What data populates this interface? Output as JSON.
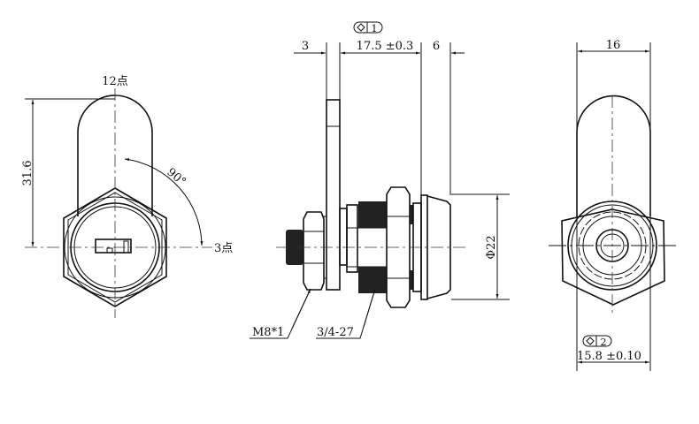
{
  "front_view": {
    "label_12": "12点",
    "label_3": "3点",
    "angle": "90°",
    "height_dim": "31.6"
  },
  "side_view": {
    "dim_plate": "3",
    "dim_body": "17.5 ±0.3",
    "dim_head": "6",
    "dim_diameter": "Φ22",
    "callout_1": "1",
    "thread_small": "M8*1",
    "thread_large": "3/4-27"
  },
  "rear_view": {
    "dim_width": "16",
    "dim_across": "15.8 ±0.10",
    "callout_2": "2"
  },
  "colors": {
    "line": "#111111",
    "background": "#ffffff"
  }
}
